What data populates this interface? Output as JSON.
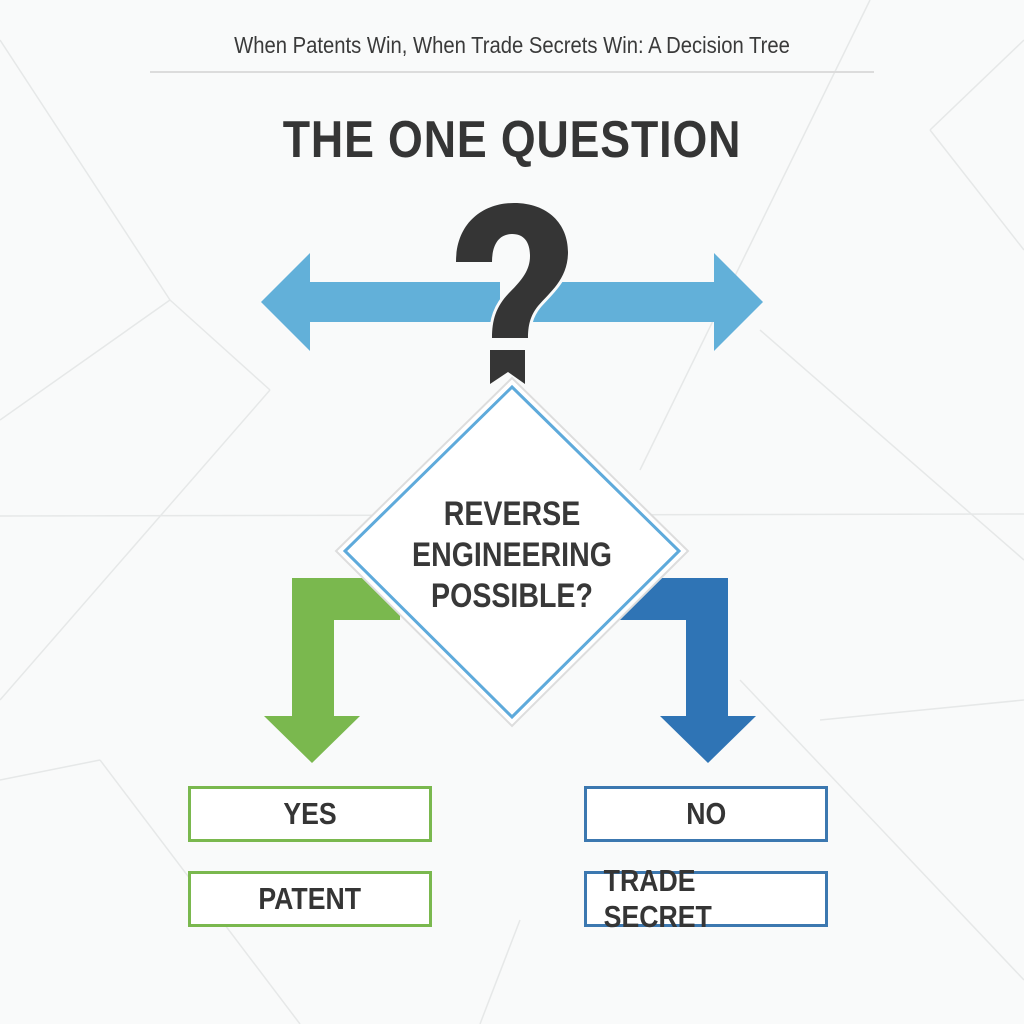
{
  "header": {
    "subtitle": "When Patents Win, When Trade Secrets Win: A Decision Tree",
    "headline": "THE ONE QUESTION"
  },
  "decision": {
    "question_lines": [
      "REVERSE",
      "ENGINEERING",
      "POSSIBLE?"
    ],
    "icon": "question-mark-icon"
  },
  "branches": {
    "yes": {
      "answer": "YES",
      "outcome": "PATENT",
      "color": "#7ab84e"
    },
    "no": {
      "answer": "NO",
      "outcome": "TRADE SECRET",
      "color": "#3c78b0"
    }
  },
  "colors": {
    "double_arrow": "#62b0d9",
    "question_mark": "#353535",
    "diamond_border": "#5eaadb",
    "text": "#353535"
  }
}
